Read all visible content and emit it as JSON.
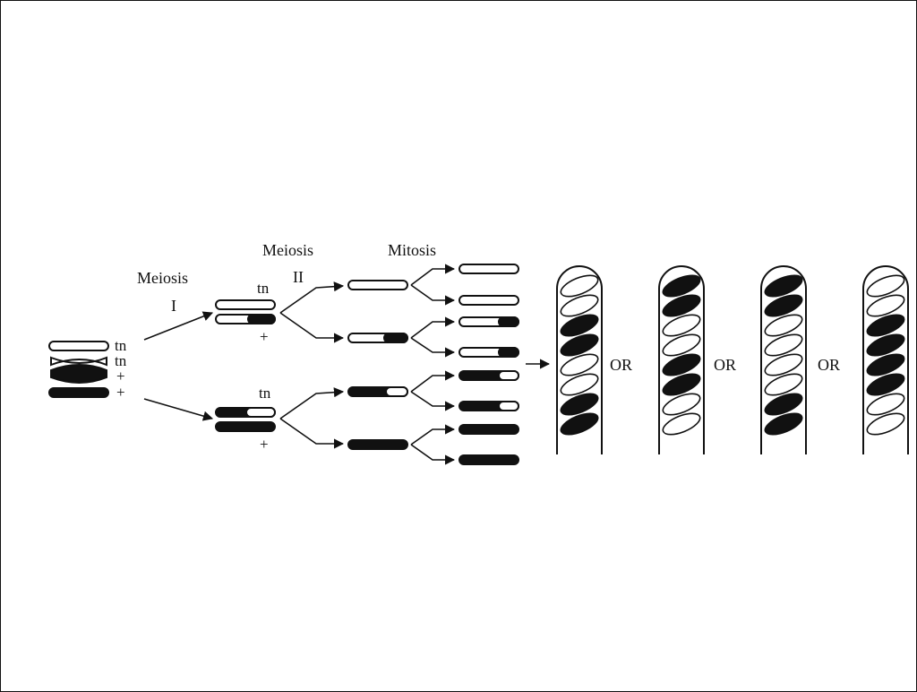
{
  "labels": {
    "meiosis_i_title": "Meiosis",
    "meiosis_i_numeral": "I",
    "meiosis_ii_title": "Meiosis",
    "meiosis_ii_numeral": "II",
    "mitosis_title": "Mitosis"
  },
  "parent_alleles": [
    "tn",
    "tn",
    "+",
    "+"
  ],
  "meiosis_i_alleles": {
    "upper_top": "tn",
    "upper_bottom": "+",
    "lower_top": "tn",
    "lower_bottom": "+"
  },
  "ascus_patterns": [
    [
      "w",
      "w",
      "b",
      "b",
      "w",
      "w",
      "b",
      "b"
    ],
    [
      "b",
      "b",
      "w",
      "w",
      "b",
      "b",
      "w",
      "w"
    ],
    [
      "b",
      "b",
      "w",
      "w",
      "w",
      "w",
      "b",
      "b"
    ],
    [
      "w",
      "w",
      "b",
      "b",
      "b",
      "b",
      "w",
      "w"
    ]
  ],
  "or_label": "OR",
  "colors": {
    "black_allele": "#111111",
    "white_allele": "#ffffff"
  }
}
